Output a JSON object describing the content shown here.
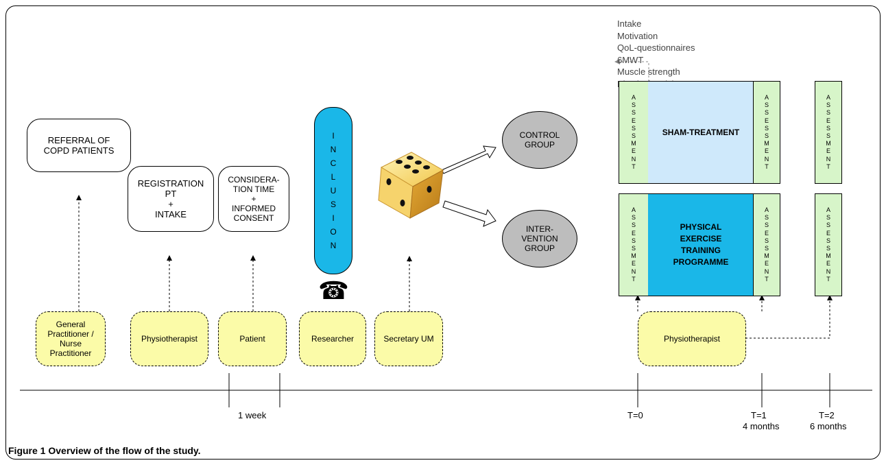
{
  "boxes": {
    "referral": "REFERRAL OF\nCOPD PATIENTS",
    "registration": "REGISTRATION\nPT\n+\nINTAKE",
    "consideration": "CONSIDERA-\nTION TIME\n+\nINFORMED\nCONSENT",
    "inclusion": [
      "I",
      "N",
      "C",
      "L",
      "U",
      "S",
      "I",
      "O",
      "N"
    ]
  },
  "groups": {
    "control": "CONTROL\nGROUP",
    "intervention": "INTER-\nVENTION\nGROUP"
  },
  "treatments": {
    "sham": "SHAM-TREATMENT",
    "exercise": "PHYSICAL\nEXERCISE\nTRAINING\nPROGRAMME"
  },
  "assessment_letters": [
    "A",
    "S",
    "S",
    "E",
    "S",
    "S",
    "M",
    "E",
    "N",
    "T"
  ],
  "assessment_items": [
    "Intake",
    "Motivation",
    "QoL-questionnaires",
    "6MWT",
    "Muscle strength",
    "Physical Activity"
  ],
  "actors": {
    "gp": "General\nPractitioner /\nNurse\nPractitioner",
    "physio1": "Physiotherapist",
    "patient": "Patient",
    "researcher": "Researcher",
    "secretary": "Secretary UM",
    "physio2": "Physiotherapist"
  },
  "timeline": {
    "week": "1 week",
    "t0": "T=0",
    "t1": "T=1",
    "t1_sub": "4 months",
    "t2": "T=2",
    "t2_sub": "6 months"
  },
  "caption": {
    "label": "Figure 1",
    "text": " Overview of the flow of the study."
  },
  "colors": {
    "actor_fill": "#fbfba8",
    "blue_fill": "#1ab7e8",
    "light_blue": "#cfe9fb",
    "assessment_green": "#d7f5c9",
    "group_gray": "#bdbdbd"
  }
}
